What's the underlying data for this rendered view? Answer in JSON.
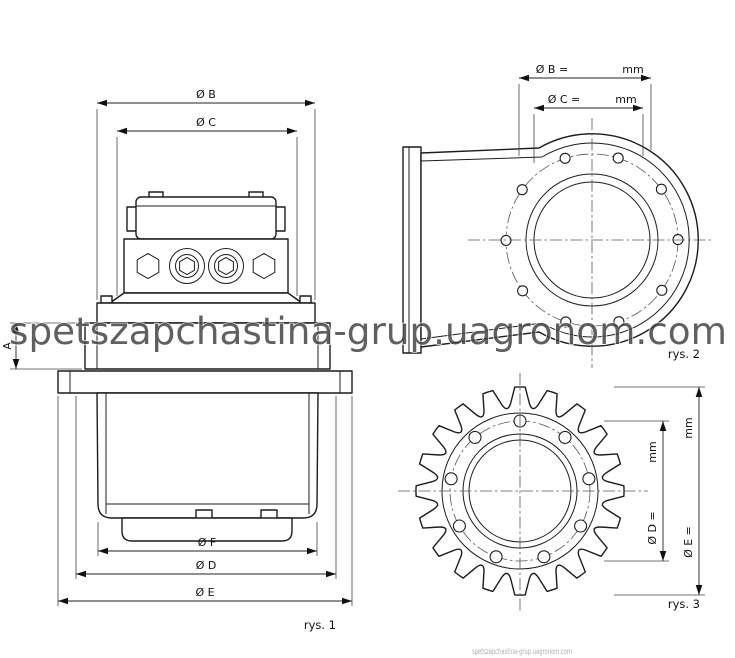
{
  "watermark": {
    "text": "spetszapchastina-grup.uagronom.com",
    "color": "#454545"
  },
  "fig1": {
    "caption": "rys. 1",
    "dim_b": "Ø B",
    "dim_c": "Ø C",
    "dim_a": "A",
    "dim_f": "Ø F",
    "dim_d": "Ø D",
    "dim_e": "Ø E"
  },
  "fig2": {
    "caption": "rys. 2",
    "dim_b_label": "Ø B =",
    "dim_b_unit": "mm",
    "dim_c_label": "Ø C =",
    "dim_c_unit": "mm"
  },
  "fig3": {
    "caption": "rys. 3",
    "dim_d_label": "Ø D =",
    "dim_d_unit": "mm",
    "dim_e_label": "Ø E =",
    "dim_e_unit": "mm"
  }
}
